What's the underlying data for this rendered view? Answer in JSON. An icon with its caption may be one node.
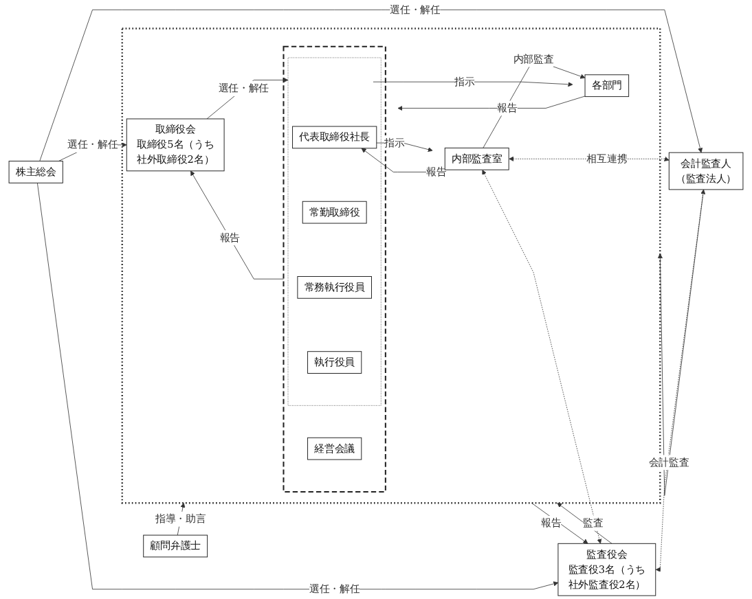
{
  "diagram": {
    "nodes": [
      {
        "text": [
          "株主総会"
        ]
      },
      {
        "text": [],
        "shape": "box"
      },
      {
        "text": [
          "取締役会",
          "取締役5名（うち社外取締役2名）"
        ],
        "in": 1
      },
      {
        "text": [],
        "shape": "box",
        "in": 1
      },
      {
        "text": [],
        "shape": "box",
        "in": 3
      },
      {
        "text": [
          "代表取締役社長"
        ],
        "in": 4
      },
      {
        "text": [
          "常勤取締役"
        ],
        "in": 4
      },
      {
        "text": [
          "常務執行役員"
        ],
        "in": 4
      },
      {
        "text": [
          "執行役員"
        ],
        "in": 4
      },
      {
        "text": [
          "経営会議"
        ],
        "in": 3
      },
      {
        "text": [
          "内部監査室"
        ],
        "in": 1
      },
      {
        "text": [
          "各部門"
        ],
        "in": 1
      },
      {
        "text": [
          "監査役会",
          "監査役3名（うち社外監査役2名）"
        ]
      },
      {
        "text": [
          "会計監査人",
          "（監査法人）"
        ]
      },
      {
        "text": [
          "顧問弁護士"
        ]
      }
    ],
    "edges": [
      {
        "from": 0,
        "to": 2,
        "arrow": "to",
        "label": "選任・解任"
      },
      {
        "from": 0,
        "to": 12,
        "arrow": "to",
        "label": "選任・解任"
      },
      {
        "from": 0,
        "to": 13,
        "arrow": "to",
        "label": "選任・解任"
      },
      {
        "from": 2,
        "to": 4,
        "arrow": "to",
        "label": "選任・解任"
      },
      {
        "from": 3,
        "to": 2,
        "arrow": "to",
        "label": "報告"
      },
      {
        "from": 5,
        "to": 10,
        "arrow": "to",
        "label": "指示"
      },
      {
        "from": 10,
        "to": 5,
        "arrow": "to",
        "label": "報告"
      },
      {
        "from": 1,
        "to": 12,
        "arrow": "to",
        "label": "報告"
      },
      {
        "from": 12,
        "to": 1,
        "arrow": "to",
        "label": "監査"
      },
      {
        "from": 10,
        "to": 12,
        "arrow": "both",
        "style": "dashed"
      },
      {
        "from": 10,
        "to": 13,
        "arrow": "both",
        "style": "dashed",
        "label": "相互連携"
      },
      {
        "from": 12,
        "to": 13,
        "arrow": "both",
        "style": "dashed"
      },
      {
        "from": 13,
        "to": 1,
        "arrow": "to",
        "label": "会計監査"
      },
      {
        "from": 3,
        "to": 11,
        "arrow": "to",
        "label": "指示"
      },
      {
        "from": 11,
        "to": 3,
        "arrow": "to",
        "label": "報告"
      },
      {
        "from": 10,
        "to": 11,
        "arrow": "to",
        "label": "内部監査"
      },
      {
        "from": 14,
        "to": 1,
        "arrow": "to",
        "label": "指導・助言"
      }
    ]
  }
}
